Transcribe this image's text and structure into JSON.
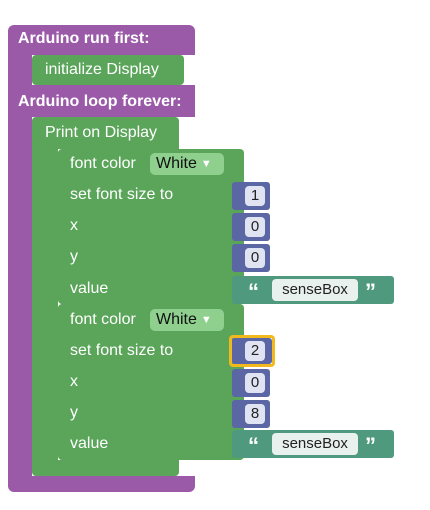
{
  "run_first": {
    "label": "Arduino run first:",
    "init_block": "initialize Display"
  },
  "loop": {
    "label": "Arduino loop forever:"
  },
  "print_display": {
    "label": "Print on Display"
  },
  "print_blocks": [
    {
      "font_color_label": "font color",
      "font_color_value": "White",
      "font_size_label": "set font size to",
      "font_size_value": "1",
      "x_label": "x",
      "x_value": "0",
      "y_label": "y",
      "y_value": "0",
      "value_label": "value",
      "value_text": "senseBox"
    },
    {
      "font_color_label": "font color",
      "font_color_value": "White",
      "font_size_label": "set font size to",
      "font_size_value": "2",
      "x_label": "x",
      "x_value": "0",
      "y_label": "y",
      "y_value": "8",
      "value_label": "value",
      "value_text": "senseBox"
    }
  ],
  "glyphs": {
    "open_quote": "“",
    "close_quote": "”",
    "dropdown_arrow": "▼"
  },
  "colors": {
    "purple": "#9a5aa8",
    "green": "#5aa55a",
    "navy": "#5b67a5",
    "teal": "#4f9a7f",
    "selection": "#f2b91f"
  }
}
